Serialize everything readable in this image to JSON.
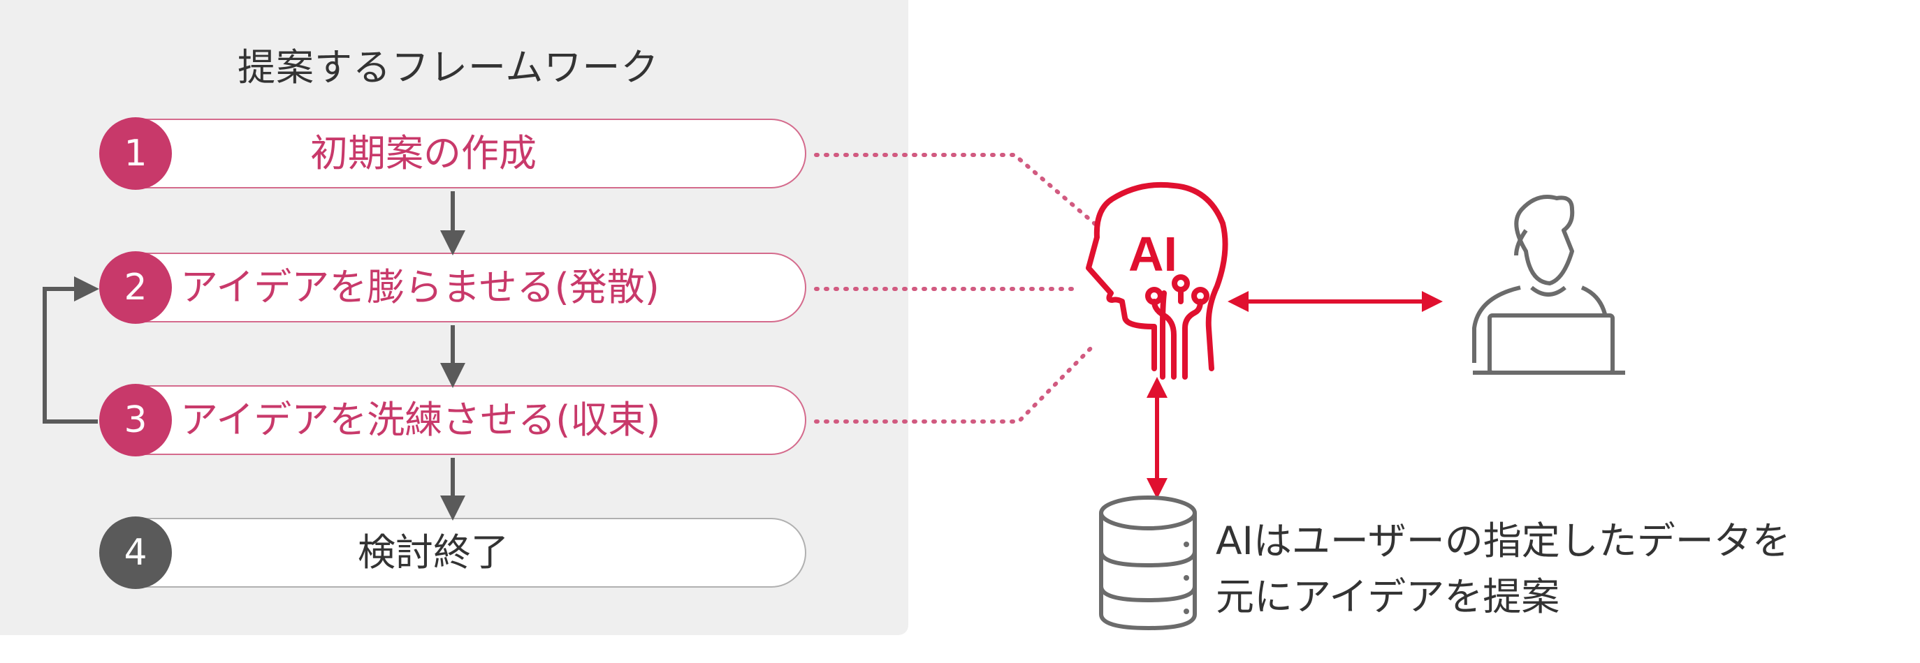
{
  "framework": {
    "title": "提案するフレームワーク",
    "steps": [
      {
        "number": "1",
        "label": "初期案の作成"
      },
      {
        "number": "2",
        "label": "アイデアを膨らませる(発散)"
      },
      {
        "number": "3",
        "label": "アイデアを洗練させる(収束)"
      },
      {
        "number": "4",
        "label": "検討終了"
      }
    ]
  },
  "ai_badge": "AI",
  "note": {
    "line1": "AIはユーザーの指定したデータを",
    "line2": "元にアイデアを提案"
  },
  "colors": {
    "accent": "#c8396a",
    "ai_red": "#e0102f",
    "dark": "#5a5a5a",
    "panel": "#efefef"
  }
}
